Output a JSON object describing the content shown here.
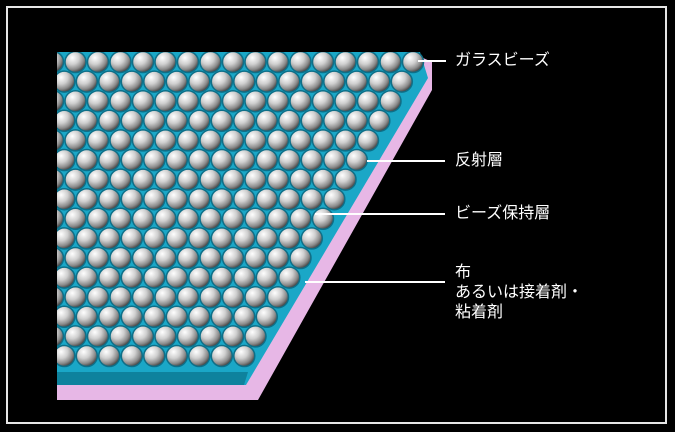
{
  "labels": {
    "glass_beads": "ガラスビーズ",
    "reflective_layer": "反射層",
    "bead_holding_layer": "ビーズ保持層",
    "substrate_line1": "布",
    "substrate_line2": "あるいは接着剤・",
    "substrate_line3": "粘着剤"
  },
  "colors": {
    "background": "#000000",
    "frame": "#e6e6e6",
    "bead_layer": "#1aa7c7",
    "bead": "#d2d2d2",
    "base_layer": "#e7b7e6",
    "label_text": "#ffffff"
  }
}
